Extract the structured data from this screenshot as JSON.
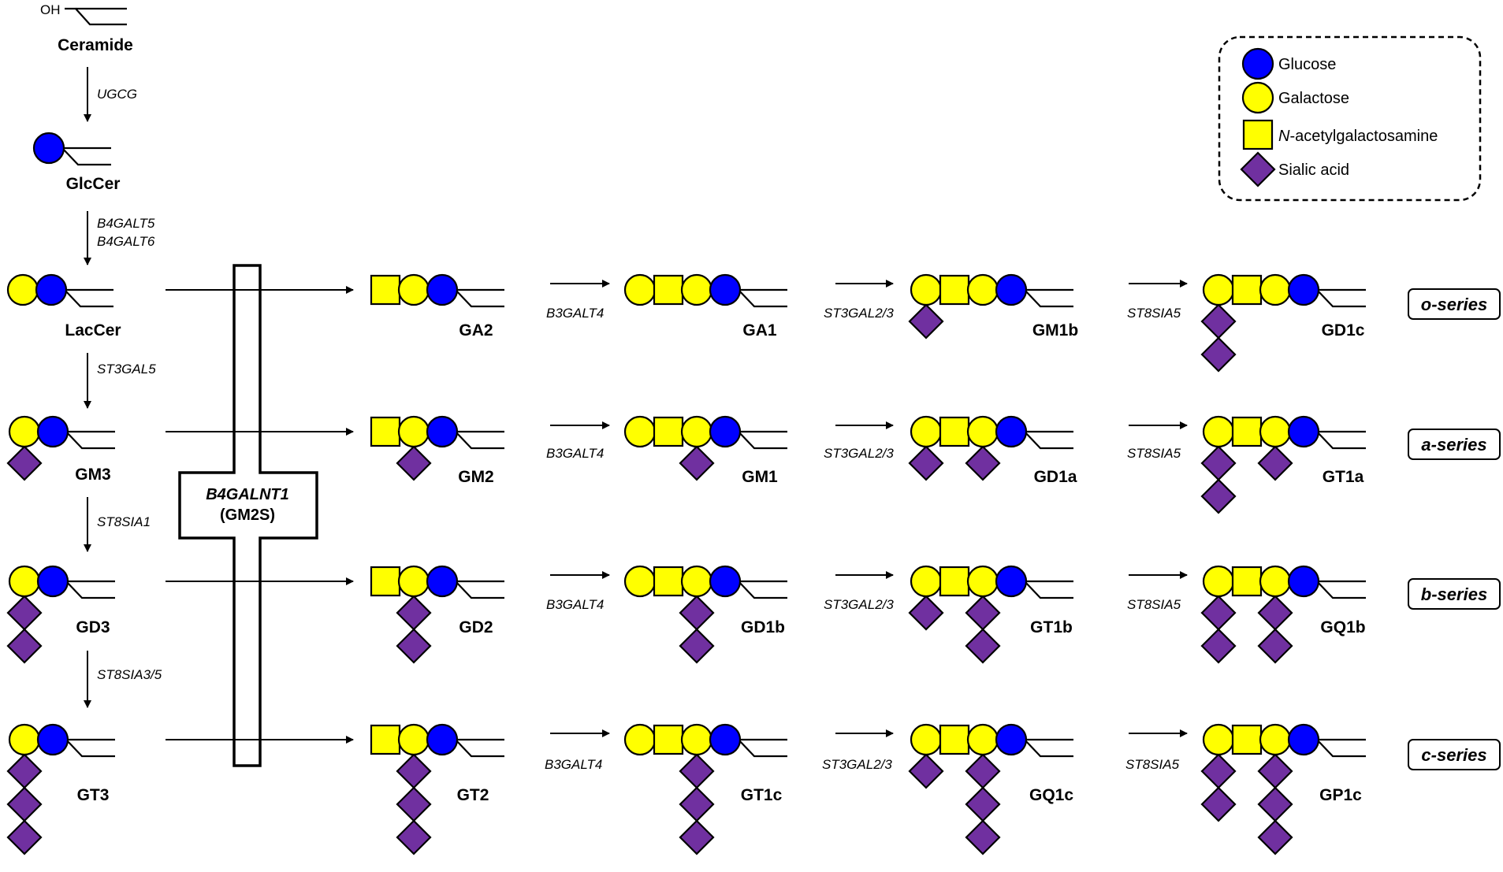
{
  "colors": {
    "glucose": "#0000ff",
    "galactose": "#ffff00",
    "galnac": "#ffff00",
    "sialic": "#7030a0",
    "outline": "#000000"
  },
  "legend": [
    {
      "icon": "glucose-icon",
      "shape": "circle",
      "sugar": "glucose",
      "label": "Glucose"
    },
    {
      "icon": "galactose-icon",
      "shape": "circle",
      "sugar": "galactose",
      "label": "Galactose"
    },
    {
      "icon": "n-acetylgalactosamine-icon",
      "shape": "square",
      "sugar": "galnac",
      "label_prefix": "N",
      "label": "-acetylgalactosamine"
    },
    {
      "icon": "sialic-acid-icon",
      "shape": "diamond",
      "sugar": "sialic",
      "label": "Sialic acid"
    }
  ],
  "ceramide": {
    "oh_label": "OH",
    "name": "Ceramide"
  },
  "precursors": {
    "glccer": "GlcCer",
    "laccer": "LacCer"
  },
  "enzymes": {
    "ugcg": "UGCG",
    "b4galt5": "B4GALT5",
    "b4galt6": "B4GALT6",
    "st3gal5": "ST3GAL5",
    "st8sia1": "ST8SIA1",
    "st8sia35": "ST8SIA3/5"
  },
  "gm2s_box": {
    "gene": "B4GALNT1",
    "protein": "(GM2S)"
  },
  "step_enzymes": [
    "B3GALT4",
    "ST3GAL2/3",
    "ST8SIA5"
  ],
  "rows": [
    {
      "series": "o-series",
      "source": "LacCer",
      "names": [
        "GA2",
        "GA1",
        "GM1b",
        "GD1c"
      ]
    },
    {
      "series": "a-series",
      "source": "GM3",
      "names": [
        "GM2",
        "GM1",
        "GD1a",
        "GT1a"
      ]
    },
    {
      "series": "b-series",
      "source": "GD3",
      "names": [
        "GD2",
        "GD1b",
        "GT1b",
        "GQ1b"
      ]
    },
    {
      "series": "c-series",
      "source": "GT3",
      "names": [
        "GT2",
        "GT1c",
        "GQ1c",
        "GP1c"
      ]
    }
  ]
}
